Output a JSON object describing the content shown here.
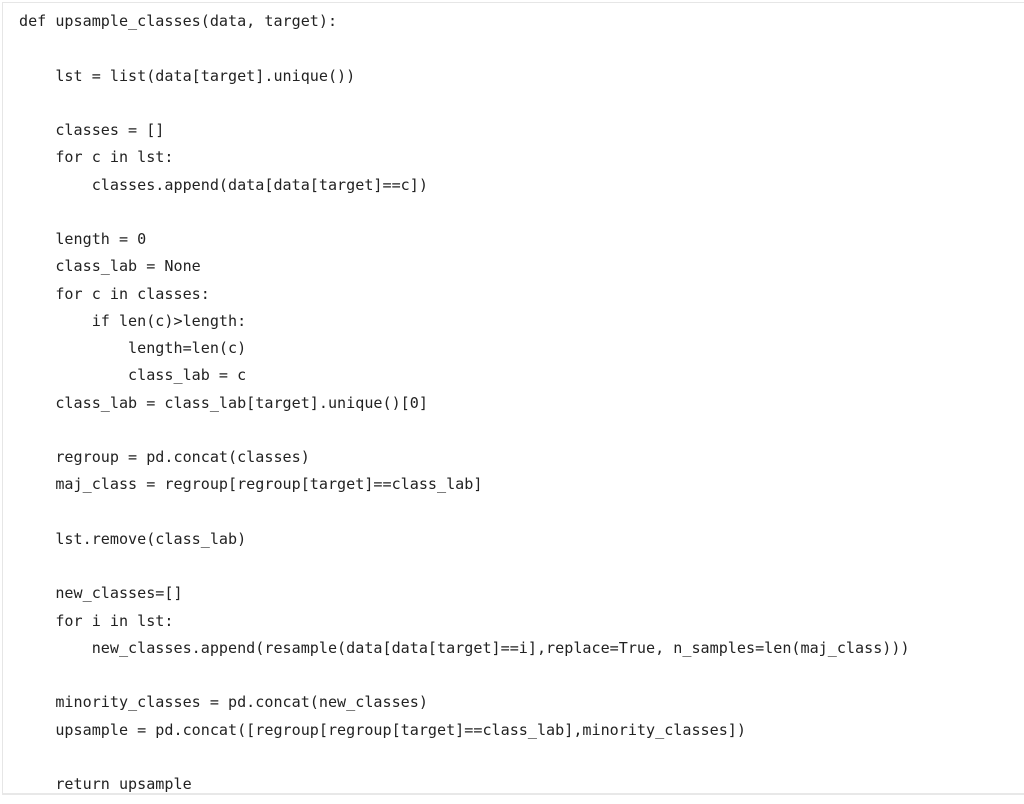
{
  "code_lines": [
    "def upsample_classes(data, target):",
    "",
    "    lst = list(data[target].unique())",
    "",
    "    classes = []",
    "    for c in lst:",
    "        classes.append(data[data[target]==c])",
    "",
    "    length = 0",
    "    class_lab = None",
    "    for c in classes:",
    "        if len(c)>length:",
    "            length=len(c)",
    "            class_lab = c",
    "    class_lab = class_lab[target].unique()[0]",
    "",
    "    regroup = pd.concat(classes)",
    "    maj_class = regroup[regroup[target]==class_lab]",
    "",
    "    lst.remove(class_lab)",
    "",
    "    new_classes=[]",
    "    for i in lst:",
    "        new_classes.append(resample(data[data[target]==i],replace=True, n_samples=len(maj_class)))",
    "",
    "    minority_classes = pd.concat(new_classes)",
    "    upsample = pd.concat([regroup[regroup[target]==class_lab],minority_classes])",
    "",
    "    return upsample"
  ]
}
